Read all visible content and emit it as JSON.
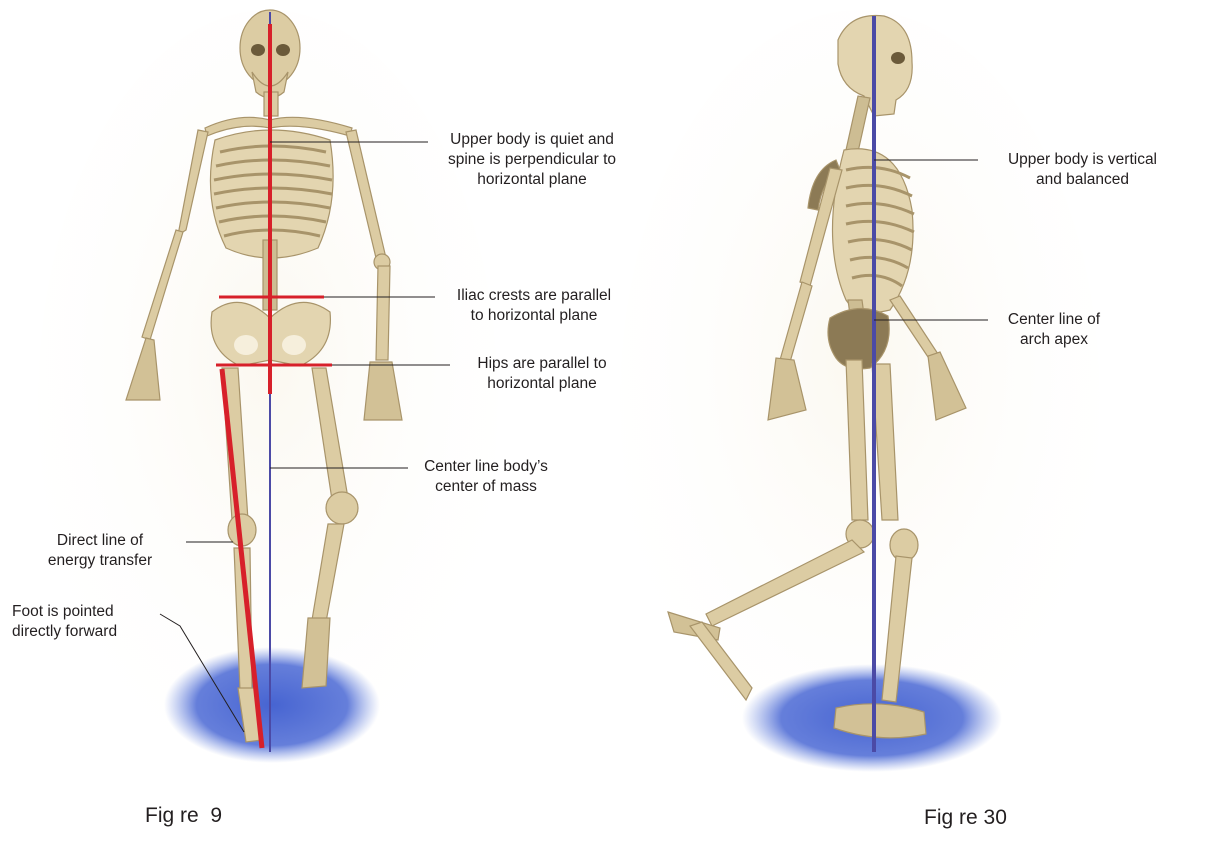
{
  "figures": [
    {
      "caption": "Fig re  9",
      "annotations": [
        {
          "id": "upper-body",
          "lines": [
            "Upper body is quiet and",
            "spine is perpendicular to",
            "horizontal plane"
          ]
        },
        {
          "id": "iliac-crests",
          "lines": [
            "Iliac crests are parallel",
            "to horizontal plane"
          ]
        },
        {
          "id": "hips",
          "lines": [
            "Hips are parallel to",
            "horizontal plane"
          ]
        },
        {
          "id": "center-line",
          "lines": [
            "Center line body’s",
            "center of mass"
          ]
        },
        {
          "id": "energy-transfer",
          "lines": [
            "Direct line of",
            "energy transfer"
          ]
        },
        {
          "id": "foot",
          "lines": [
            "Foot is pointed",
            "directly forward"
          ]
        }
      ]
    },
    {
      "caption": "Fig re 30",
      "annotations": [
        {
          "id": "upper-body-vertical",
          "lines": [
            "Upper body is vertical",
            "and balanced"
          ]
        },
        {
          "id": "arch-apex",
          "lines": [
            "Center line of",
            "arch apex"
          ]
        }
      ]
    }
  ],
  "colors": {
    "alignment_red": "#d7202a",
    "center_line_blue": "#4b4aa6",
    "floor_shadow": "#3d5ccf",
    "bone": "#dccca3",
    "bone_shade": "#b9a57a"
  }
}
